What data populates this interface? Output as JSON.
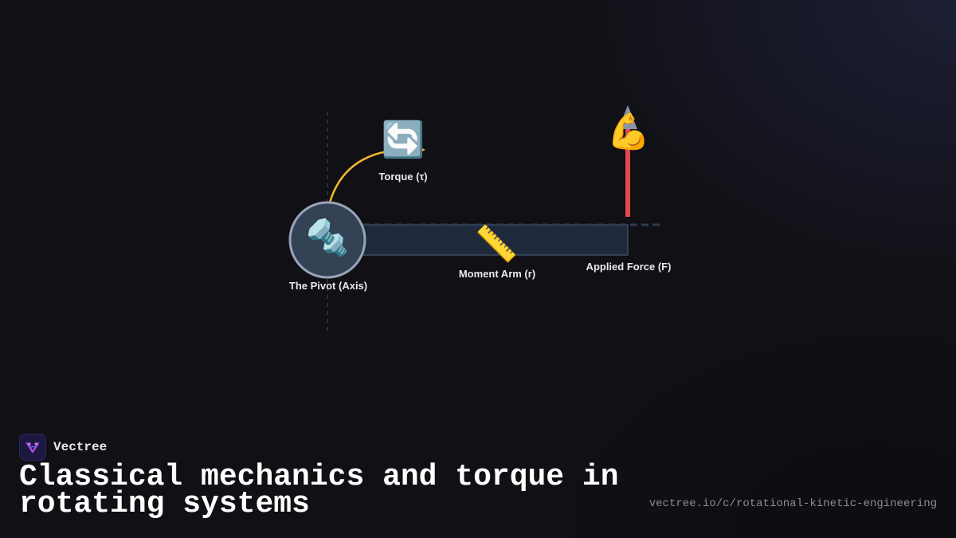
{
  "diagram": {
    "pivot": {
      "label": "The Pivot (Axis)",
      "icon": "🔩",
      "icon_name": "nut-and-bolt-icon"
    },
    "moment_arm": {
      "label": "Moment Arm (r)",
      "icon": "📏",
      "icon_name": "ruler-icon"
    },
    "applied_force": {
      "label": "Applied Force (F)",
      "icon": "💪",
      "icon_name": "flexed-biceps-icon"
    },
    "torque": {
      "label": "Torque (τ)",
      "icon": "🔄",
      "icon_name": "rotation-arrows-icon"
    },
    "colors": {
      "force_arrow": "#e5484d",
      "torque_arc": "#f5b82e",
      "arm_fill": "#1e2a3c",
      "pivot_ring": "#9aa3b8",
      "guide_lines": "#2e3b50"
    }
  },
  "footer": {
    "brand_name": "Vectree",
    "title": "Classical mechanics and torque in rotating systems",
    "url": "vectree.io/c/rotational-kinetic-engineering"
  }
}
